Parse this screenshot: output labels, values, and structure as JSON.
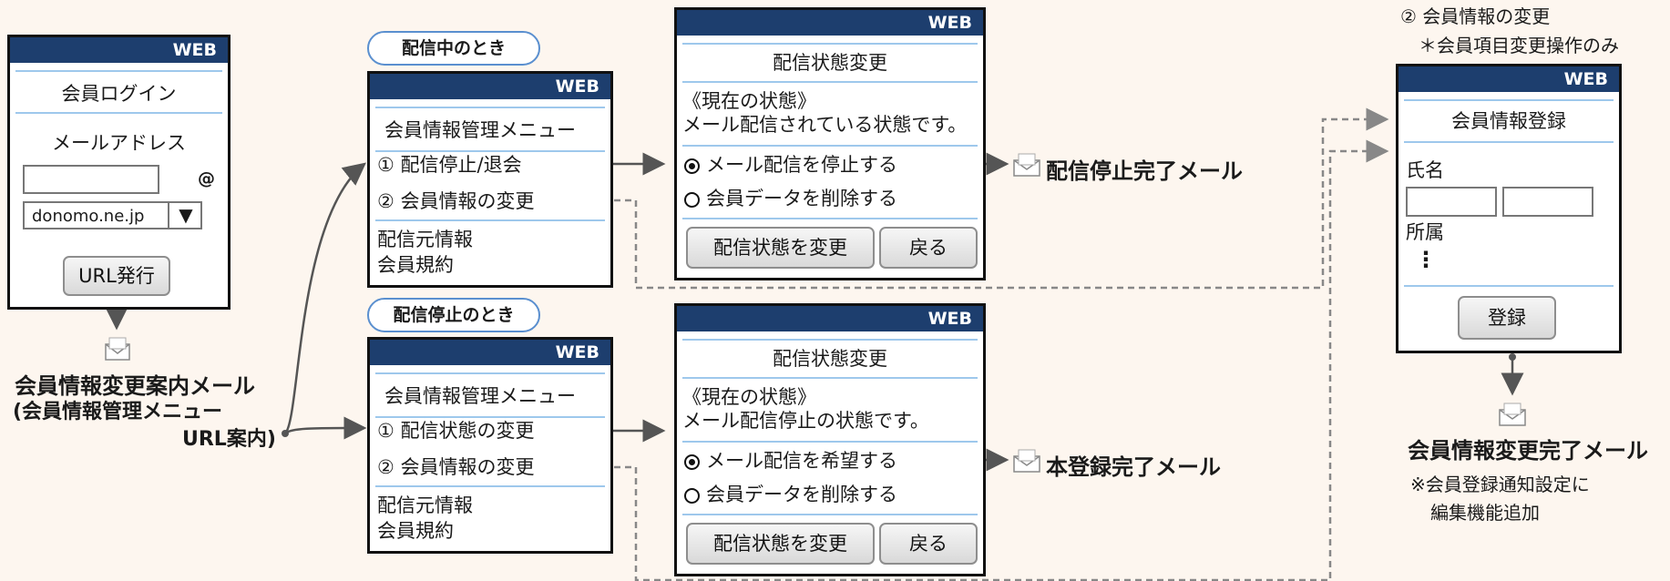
{
  "login_screen": {
    "header": "WEB",
    "title": "会員ログイン",
    "email_label": "メールアドレス",
    "at_sign": "@",
    "domain_value": "donomo.ne.jp",
    "dropdown_arrow": "▼",
    "issue_button": "URL発行"
  },
  "guide_mail": {
    "line1": "会員情報変更案内メール",
    "line2": "(会員情報管理メニュー",
    "line3": "URL案内)"
  },
  "active_case": {
    "tag": "配信中のとき",
    "menu": {
      "header": "WEB",
      "title": "会員情報管理メニュー",
      "item1": "① 配信停止/退会",
      "item2": "② 会員情報の変更",
      "info1": "配信元情報",
      "info2": "会員規約"
    },
    "status": {
      "header": "WEB",
      "title": "配信状態変更",
      "current_label": "《現在の状態》",
      "current_text": "メール配信されている状態です。",
      "option1": "メール配信を停止する",
      "option2": "会員データを削除する",
      "change_button": "配信状態を変更",
      "back_button": "戻る"
    },
    "result_mail": "配信停止完了メール"
  },
  "stopped_case": {
    "tag": "配信停止のとき",
    "menu": {
      "header": "WEB",
      "title": "会員情報管理メニュー",
      "item1": "① 配信状態の変更",
      "item2": "② 会員情報の変更",
      "info1": "配信元情報",
      "info2": "会員規約"
    },
    "status": {
      "header": "WEB",
      "title": "配信状態変更",
      "current_label": "《現在の状態》",
      "current_text": "メール配信停止の状態です。",
      "option1": "メール配信を希望する",
      "option2": "会員データを削除する",
      "change_button": "配信状態を変更",
      "back_button": "戻る"
    },
    "result_mail": "本登録完了メール"
  },
  "member_change": {
    "caption1": "② 会員情報の変更",
    "caption2": "＊会員項目変更操作のみ",
    "header": "WEB",
    "title": "会員情報登録",
    "name_label": "氏名",
    "affiliation_label": "所属",
    "ellipsis": "⋮",
    "register_button": "登録",
    "result_mail": "会員情報変更完了メール",
    "note1": "※会員登録通知設定に",
    "note2": "編集機能追加"
  },
  "colors": {
    "header_bg": "#1d3e6e",
    "separator": "#9ec8ec",
    "background": "#fdf6ef",
    "pill_border": "#5a8fcf"
  }
}
